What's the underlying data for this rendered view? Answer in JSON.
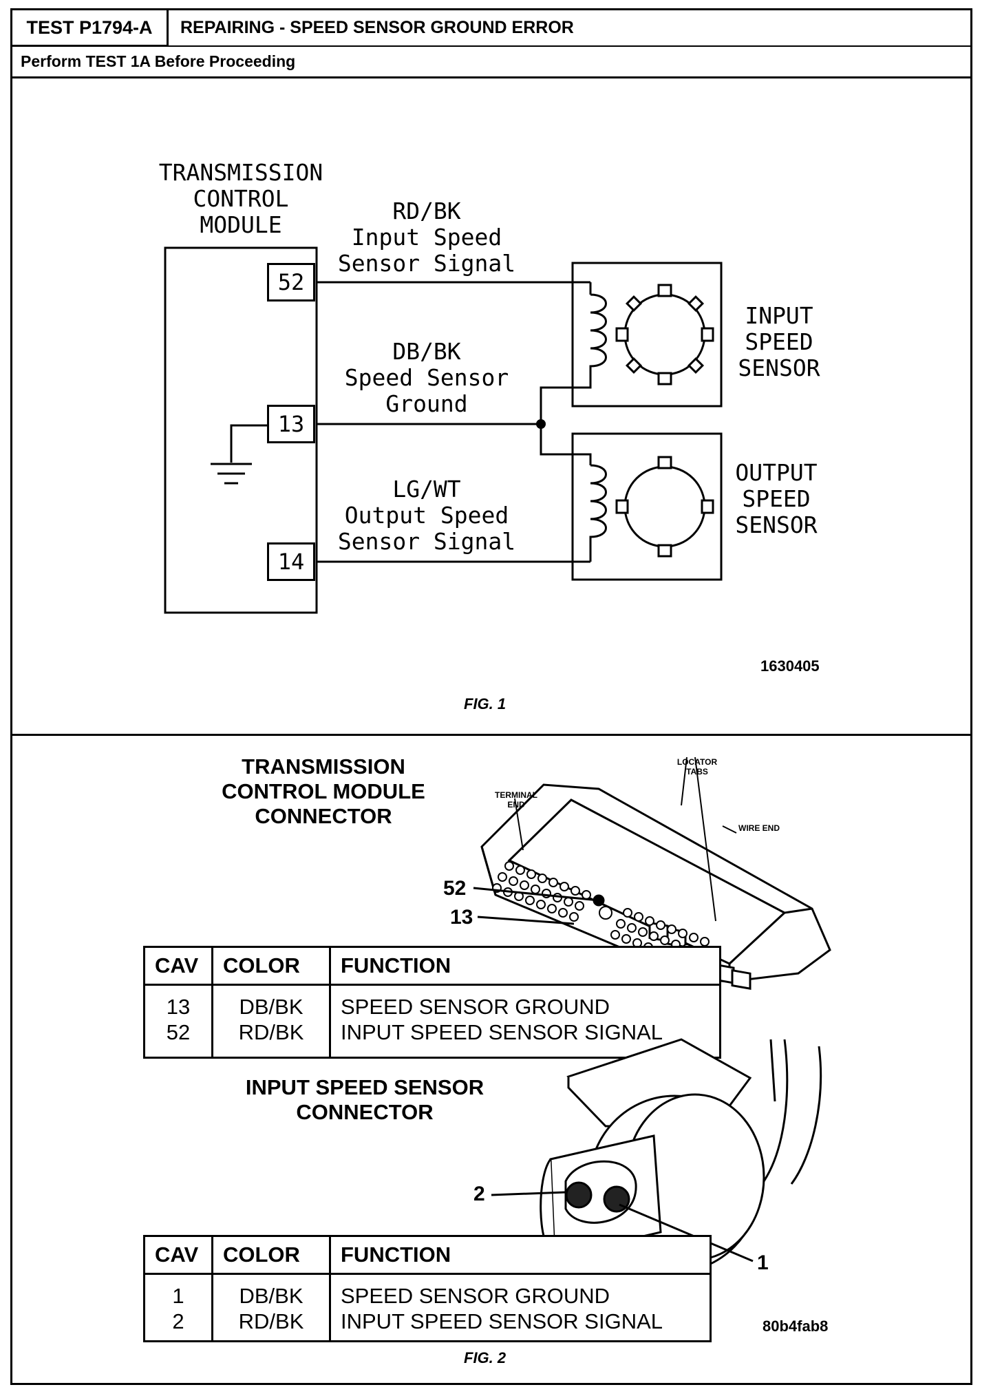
{
  "header": {
    "test_id": "TEST P1794-A",
    "title": "REPAIRING - SPEED SENSOR GROUND ERROR",
    "note": "Perform TEST 1A Before Proceeding"
  },
  "fig1": {
    "module_title": "TRANSMISSION\nCONTROL\nMODULE",
    "pins": [
      "52",
      "13",
      "14"
    ],
    "wire1": "RD/BK\nInput Speed\nSensor Signal",
    "wire2": "DB/BK\nSpeed Sensor\nGround",
    "wire3": "LG/WT\nOutput Speed\nSensor Signal",
    "input_sensor": "INPUT\nSPEED\nSENSOR",
    "output_sensor": "OUTPUT\nSPEED\nSENSOR",
    "drawing_number": "1630405",
    "caption": "FIG. 1"
  },
  "fig2": {
    "tcm_connector_title": "TRANSMISSION\nCONTROL MODULE\nCONNECTOR",
    "locator_tabs": "LOCATOR\nTABS",
    "terminal_end": "TERMINAL\nEND",
    "wire_end": "WIRE END",
    "tcm_callouts": [
      "52",
      "13"
    ],
    "tcm_table": {
      "headers": [
        "CAV",
        "COLOR",
        "FUNCTION"
      ],
      "cav": "13\n52",
      "color": "DB/BK\nRD/BK",
      "function": "SPEED SENSOR GROUND\nINPUT SPEED SENSOR SIGNAL"
    },
    "iss_connector_title": "INPUT SPEED SENSOR\nCONNECTOR",
    "iss_callouts": [
      "2",
      "1"
    ],
    "iss_table": {
      "headers": [
        "CAV",
        "COLOR",
        "FUNCTION"
      ],
      "cav": "1\n2",
      "color": "DB/BK\nRD/BK",
      "function": "SPEED SENSOR GROUND\nINPUT SPEED SENSOR SIGNAL"
    },
    "drawing_number": "80b4fab8",
    "caption": "FIG. 2"
  }
}
